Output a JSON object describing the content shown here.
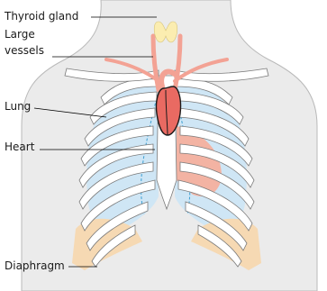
{
  "labels": {
    "thyroid": "Thyroid gland",
    "vessels_line1": "Large",
    "vessels_line2": "vessels",
    "lung": "Lung",
    "heart": "Heart",
    "diaphragm": "Diaphragm"
  },
  "colors": {
    "body": "#ebebeb",
    "body_outline": "#b9b9b9",
    "lung": "#cfe6f5",
    "heart": "#e96a62",
    "heart_outline": "#1b1b1b",
    "heart_shadow": "#f3b3a3",
    "vessels": "#f3a294",
    "thyroid": "#fbedb0",
    "diaphragm": "#f6d9b3",
    "bone": "#ffffff",
    "bone_outline": "#7a7a7a",
    "lung_dash": "#3e9fd2",
    "leader_line": "#000000"
  }
}
